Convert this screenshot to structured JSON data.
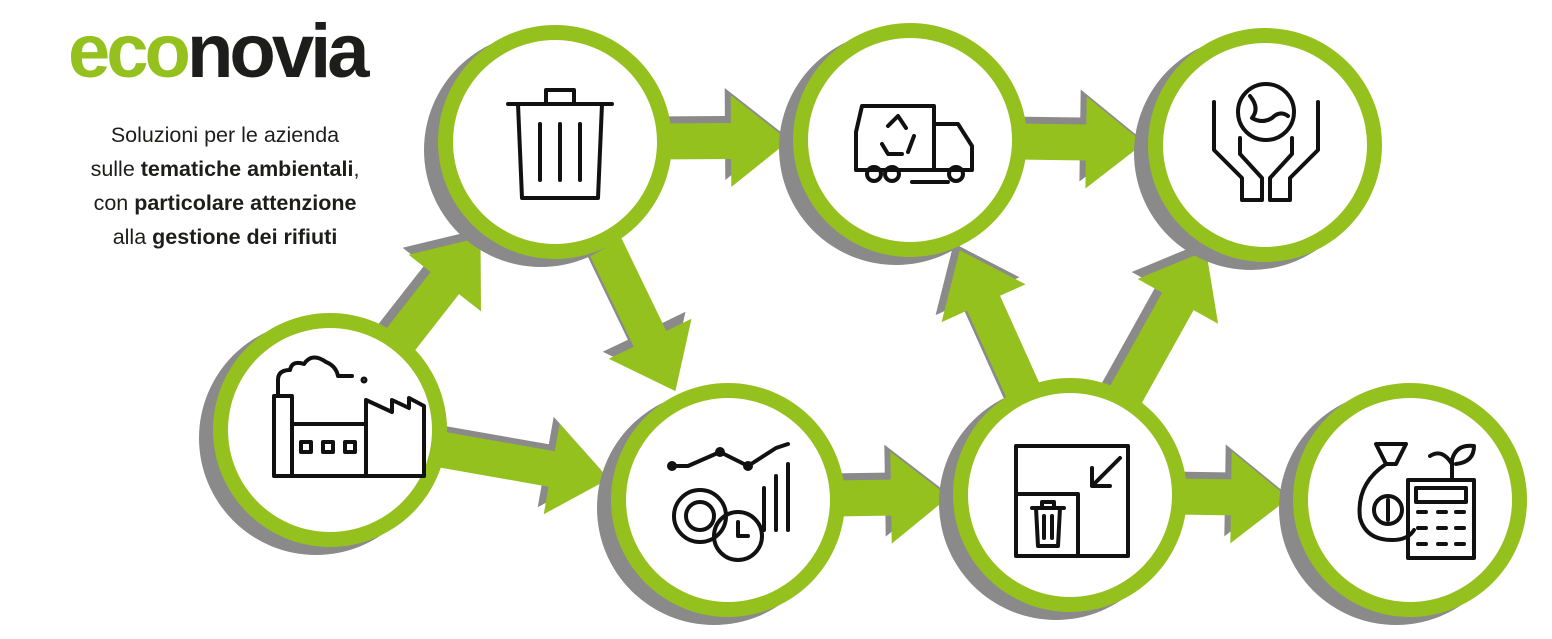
{
  "logo": {
    "part1": "eco",
    "part2": "novia"
  },
  "tagline": {
    "l1": "Soluzioni per le azienda",
    "l2a": "sulle ",
    "l2b": "tematiche ambientali",
    "l2c": ",",
    "l3a": "con ",
    "l3b": "particolare attenzione",
    "l4a": "alla ",
    "l4b": "gestione dei rifiuti"
  },
  "colors": {
    "accent": "#95c11f",
    "shadow": "#8a8a8a",
    "text": "#1d1d1b"
  },
  "nodes": [
    {
      "id": "factory",
      "icon": "factory-icon"
    },
    {
      "id": "trash",
      "icon": "trash-bin-icon"
    },
    {
      "id": "truck",
      "icon": "recycling-truck-icon"
    },
    {
      "id": "hands",
      "icon": "hands-globe-icon"
    },
    {
      "id": "analytics",
      "icon": "gears-chart-clock-icon"
    },
    {
      "id": "storage",
      "icon": "bin-area-icon"
    },
    {
      "id": "money",
      "icon": "money-bag-calculator-icon"
    }
  ],
  "edges": [
    [
      "factory",
      "trash"
    ],
    [
      "trash",
      "truck"
    ],
    [
      "truck",
      "hands"
    ],
    [
      "trash",
      "analytics"
    ],
    [
      "factory",
      "analytics"
    ],
    [
      "analytics",
      "storage"
    ],
    [
      "storage",
      "truck"
    ],
    [
      "storage",
      "hands"
    ],
    [
      "storage",
      "money"
    ]
  ]
}
